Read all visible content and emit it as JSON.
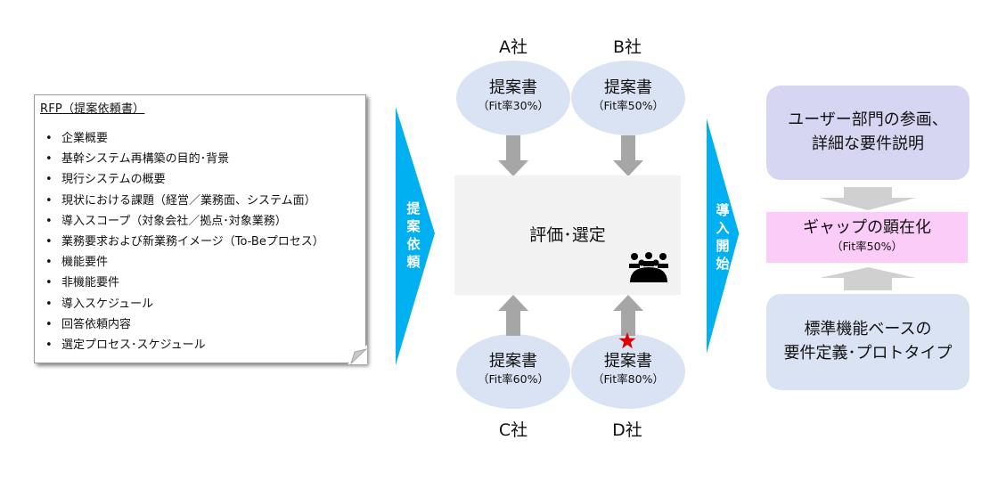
{
  "rfp": {
    "title": "RFP（提案依頼書）",
    "items": [
      "企業概要",
      "基幹システム再構築の目的･背景",
      "現行システムの概要",
      "現状における課題（経営／業務面、システム面）",
      "導入スコープ（対象会社／拠点･対象業務）",
      "業務要求および新業務イメージ（To-Beプロセス）",
      "機能要件",
      "非機能要件",
      "導入スケジュール",
      "回答依頼内容",
      "選定プロセス･スケジュール"
    ],
    "bullet": "•"
  },
  "arrow_request": {
    "label": [
      "提",
      "案",
      "依",
      "頼"
    ]
  },
  "arrow_start": {
    "label": [
      "導",
      "入",
      "開",
      "始"
    ]
  },
  "proposals": [
    {
      "company": "A社",
      "title": "提案書",
      "fit": "（Fit率30%）",
      "fit_value_percent": 30,
      "starred": false
    },
    {
      "company": "B社",
      "title": "提案書",
      "fit": "（Fit率50%）",
      "fit_value_percent": 50,
      "starred": false
    },
    {
      "company": "C社",
      "title": "提案書",
      "fit": "（Fit率60%）",
      "fit_value_percent": 60,
      "starred": false
    },
    {
      "company": "D社",
      "title": "提案書",
      "fit": "（Fit率80%）",
      "fit_value_percent": 80,
      "starred": true
    }
  ],
  "evaluation": {
    "title": "評価･選定",
    "icon": "meeting-icon"
  },
  "right": {
    "top": {
      "line1": "ユーザー部門の参画、",
      "line2": "詳細な要件説明"
    },
    "middle": {
      "title": "ギャップの顕在化",
      "fit": "（Fit率50%）",
      "fit_value_percent": 50
    },
    "bottom": {
      "line1": "標準機能ベースの",
      "line2": "要件定義･プロトタイプ"
    }
  },
  "colors": {
    "blade": "#00b0f0",
    "ellipse": "#dae3f3",
    "eval_box": "#f2f2f2",
    "gray_arrow": "#a6a6a6",
    "light_gray_arrow": "#d0d0d0",
    "top_box": "#d6d6f3",
    "mid_box": "#fcccf8",
    "bottom_box": "#dae3f3",
    "star": "#e00000"
  }
}
